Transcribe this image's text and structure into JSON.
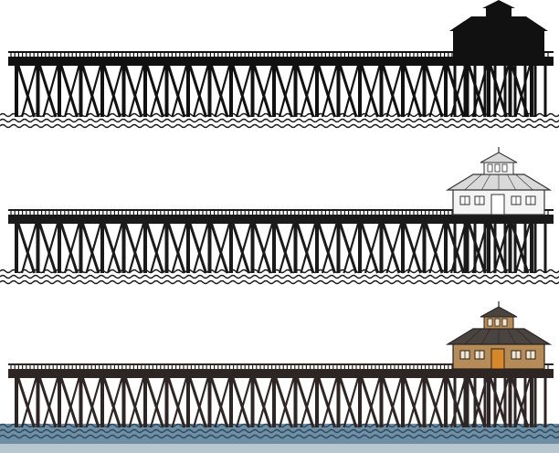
{
  "illustration": {
    "panels": [
      {
        "style": "silhouette",
        "colors": {
          "structure": "#111111",
          "house": "#111111",
          "water_line": "#1a1a1a",
          "water_fill": "#ffffff"
        }
      },
      {
        "style": "line-art",
        "colors": {
          "structure": "#1a1a1a",
          "house": "#f4f4f4",
          "roof": "#d9d9d9",
          "trim": "#333333",
          "water_line": "#1a1a1a",
          "water_fill": "#ffffff"
        }
      },
      {
        "style": "color",
        "colors": {
          "structure": "#2e2624",
          "house": "#b58c58",
          "roof": "#4a4440",
          "trim": "#2a2220",
          "door": "#d6882a",
          "water_line": "#2c4a60",
          "water_fill": "#6f8ea3"
        }
      }
    ]
  }
}
